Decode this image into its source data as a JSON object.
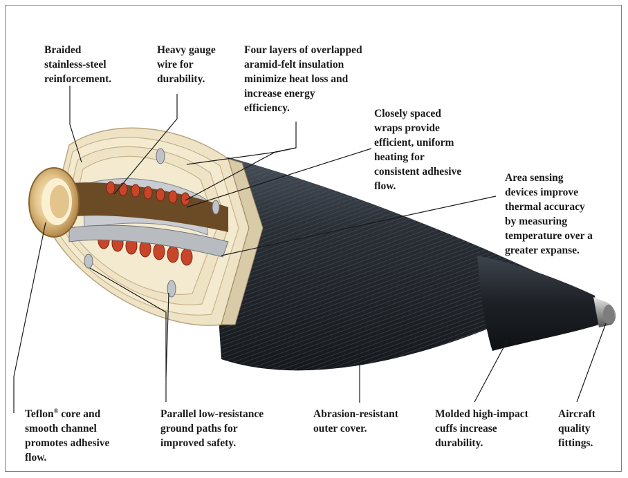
{
  "labels": {
    "braided": [
      "Braided",
      "stainless-steel",
      "reinforcement."
    ],
    "heavy_gauge": [
      "Heavy gauge",
      "wire for",
      "durability."
    ],
    "four_layers": [
      "Four layers of overlapped",
      "aramid-felt insulation",
      "minimize heat loss and",
      "increase energy",
      "efficiency."
    ],
    "closely_spaced": [
      "Closely spaced",
      "wraps provide",
      "efficient, uniform",
      "heating for",
      "consistent adhesive",
      "flow."
    ],
    "area_sensing": [
      "Area sensing",
      "devices improve",
      "thermal accuracy",
      "by measuring",
      "temperature over a",
      "greater expanse."
    ],
    "teflon": {
      "line1_pre": "Teflon",
      "line1_sup": "®",
      "line1_post": " core and",
      "rest": [
        "smooth channel",
        "promotes adhesive",
        "flow."
      ]
    },
    "parallel": [
      "Parallel low-resistance",
      "ground paths for",
      "improved safety."
    ],
    "abrasion": [
      "Abrasion-resistant",
      "outer cover."
    ],
    "molded": [
      "Molded high-impact",
      "cuffs increase",
      "durability."
    ],
    "aircraft": [
      "Aircraft",
      "quality",
      "fittings."
    ]
  },
  "colors": {
    "frame": "#4a8bc4",
    "insulation": "#efe3c6",
    "hose_cover": "#2b3038",
    "heating_wire": "#c8452a",
    "core": "#c79a5a"
  }
}
